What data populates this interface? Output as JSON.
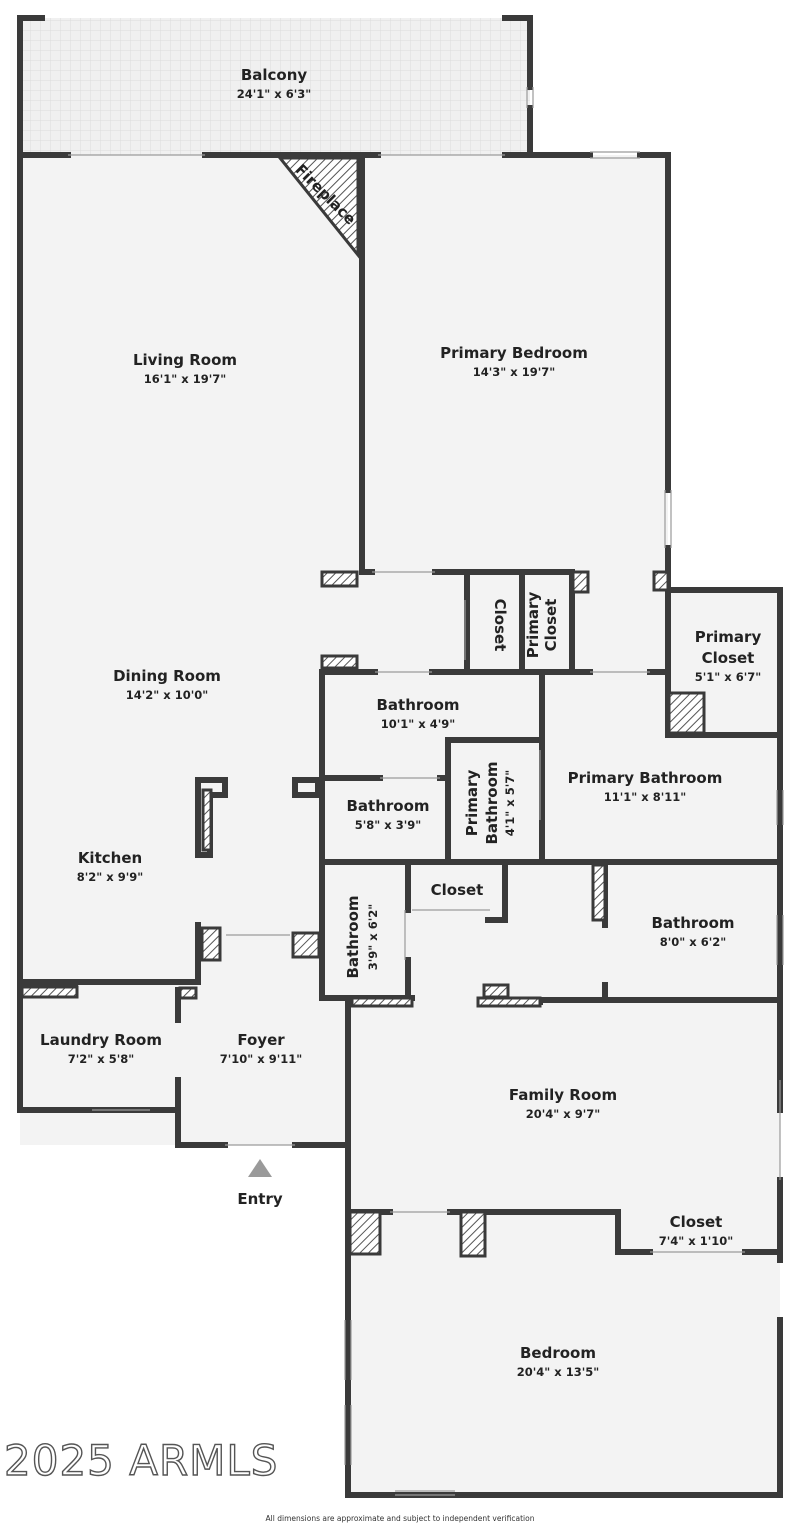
{
  "colors": {
    "wall": "#3a3a3a",
    "floor": "#f3f3f3",
    "balcony": "#eeeeee",
    "window": "#ffffff",
    "hatch": "#555555"
  },
  "rooms": {
    "balcony": {
      "name": "Balcony",
      "dim": "24'1\" x 6'3\""
    },
    "living_room": {
      "name": "Living Room",
      "dim": "16'1\" x 19'7\""
    },
    "primary_bedroom": {
      "name": "Primary Bedroom",
      "dim": "14'3\" x 19'7\""
    },
    "fireplace": {
      "name": "Fireplace"
    },
    "closet_hall": {
      "name": "Closet"
    },
    "primary_closet_small": {
      "line1": "Primary",
      "line2": "Closet"
    },
    "primary_closet": {
      "line1": "Primary",
      "line2": "Closet",
      "dim": "5'1\" x 6'7\""
    },
    "dining_room": {
      "name": "Dining Room",
      "dim": "14'2\" x 10'0\""
    },
    "bathroom_upper": {
      "name": "Bathroom",
      "dim": "10'1\" x 4'9\""
    },
    "bathroom_small": {
      "name": "Bathroom",
      "dim": "5'8\" x 3'9\""
    },
    "primary_bathroom_small": {
      "line1": "Primary",
      "line2": "Bathroom",
      "dim": "4'1\" x 5'7\""
    },
    "primary_bathroom": {
      "name": "Primary Bathroom",
      "dim": "11'1\" x 8'11\""
    },
    "kitchen": {
      "name": "Kitchen",
      "dim": "8'2\" x 9'9\""
    },
    "closet_mid": {
      "name": "Closet"
    },
    "bathroom_vertical": {
      "name": "Bathroom",
      "dim": "3'9\" x 6'2\""
    },
    "bathroom_right": {
      "name": "Bathroom",
      "dim": "8'0\" x 6'2\""
    },
    "laundry_room": {
      "name": "Laundry Room",
      "dim": "7'2\" x 5'8\""
    },
    "foyer": {
      "name": "Foyer",
      "dim": "7'10\" x 9'11\""
    },
    "family_room": {
      "name": "Family Room",
      "dim": "20'4\" x 9'7\""
    },
    "closet_bedroom": {
      "name": "Closet",
      "dim": "7'4\" x 1'10\""
    },
    "bedroom": {
      "name": "Bedroom",
      "dim": "20'4\" x 13'5\""
    }
  },
  "entry": {
    "label": "Entry"
  },
  "watermark": "2025 ARMLS",
  "disclaimer": "All dimensions are approximate and subject to independent verification"
}
